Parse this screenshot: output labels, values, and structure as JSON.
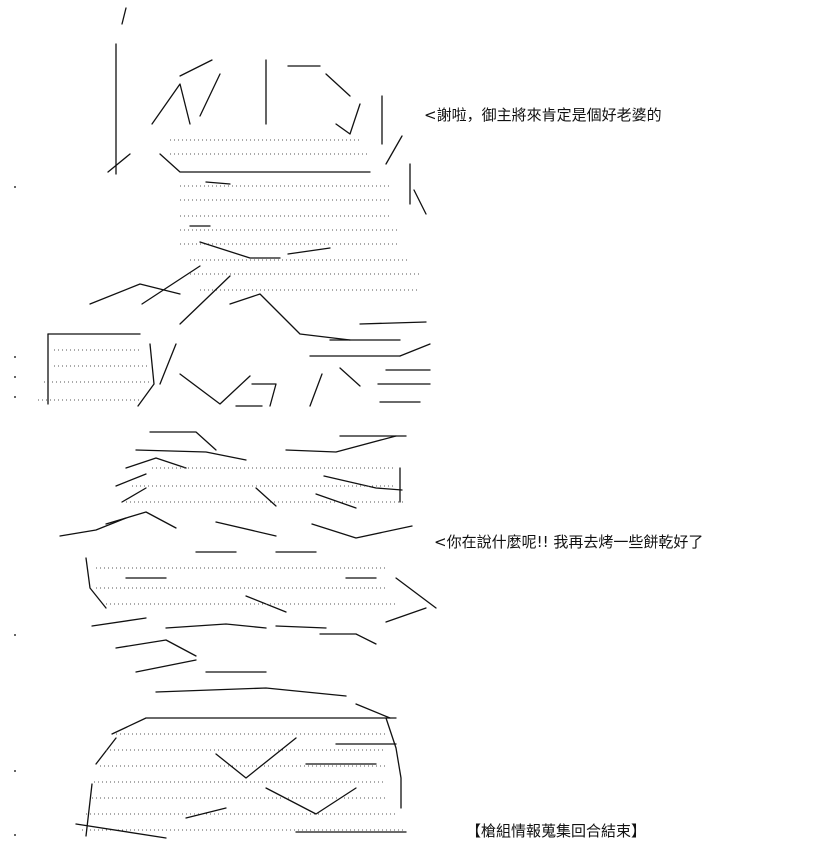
{
  "panels": [
    {
      "id": "panel-1",
      "art_description_icon": "ascii-art-girl-upper-body-icon",
      "dialogue": "<謝啦，御主將來肯定是個好老婆的"
    },
    {
      "id": "panel-2",
      "art_description_icon": "ascii-art-boy-smiling-icon",
      "dialogue": "<你在說什麼呢!! 我再去烤一些餅乾好了"
    }
  ],
  "footer": {
    "chapter_end": "【槍組情報蒐集回合結束】"
  },
  "colors": {
    "ink": "#111111",
    "background": "#ffffff"
  }
}
